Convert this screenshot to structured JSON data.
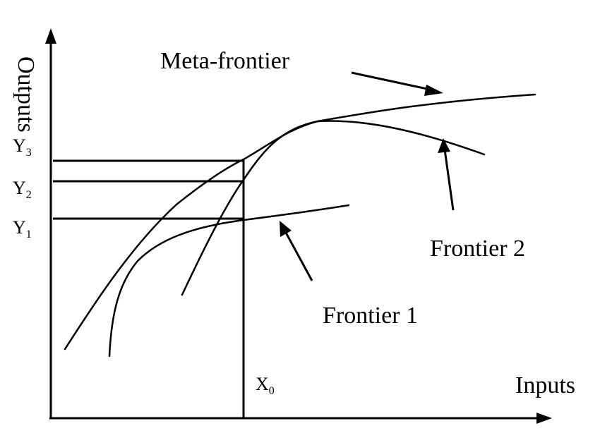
{
  "labels": {
    "y_axis": "Outputs",
    "x_axis": "Inputs",
    "meta_frontier": "Meta-frontier",
    "frontier_1": "Frontier 1",
    "frontier_2": "Frontier 2",
    "x0_main": "X",
    "x0_sub": "0",
    "y1_main": "Y",
    "y1_sub": "1",
    "y2_main": "Y",
    "y2_sub": "2",
    "y3_main": "Y",
    "y3_sub": "3"
  }
}
